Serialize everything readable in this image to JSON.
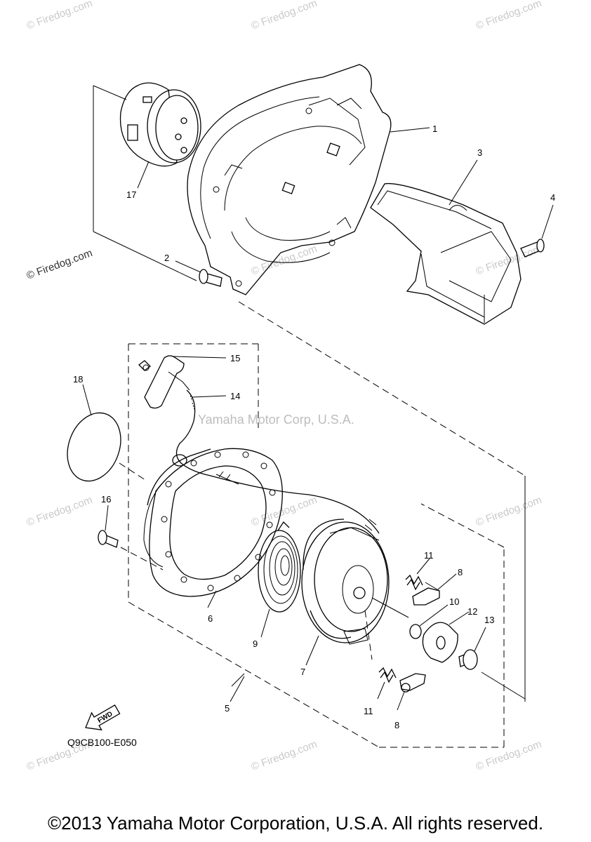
{
  "watermarks": {
    "firedog": "© Firedog.com",
    "yamaha": "Yamaha Motor Corp, U.S.A."
  },
  "callouts": {
    "c1": "1",
    "c2": "2",
    "c3": "3",
    "c4": "4",
    "c5": "5",
    "c6": "6",
    "c7": "7",
    "c8a": "8",
    "c8b": "8",
    "c9": "9",
    "c10": "10",
    "c11a": "11",
    "c11b": "11",
    "c12": "12",
    "c13": "13",
    "c14": "14",
    "c15": "15",
    "c16": "16",
    "c17": "17",
    "c18": "18"
  },
  "fwd_label": "FWD",
  "diagram_code": "Q9CB100-E050",
  "copyright": "©2013 Yamaha Motor Corporation, U.S.A. All rights reserved."
}
